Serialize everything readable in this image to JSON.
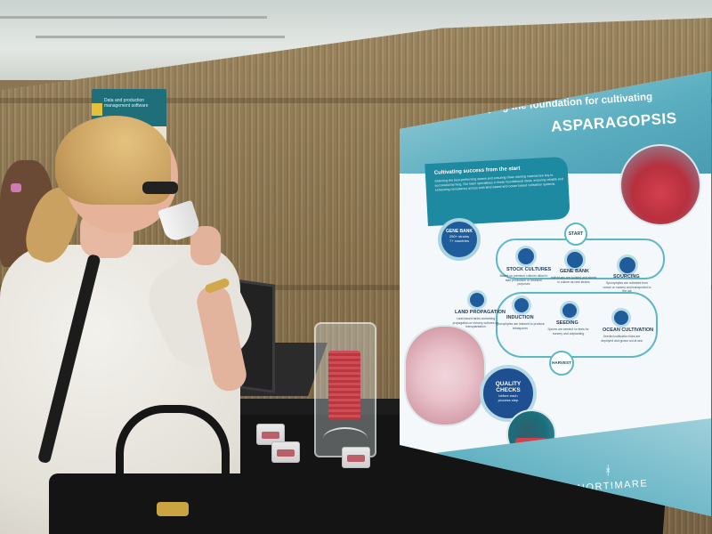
{
  "poster": {
    "title_line1": "Laying the foundation for cultivating",
    "title_line2": "ASPARAGOPSIS",
    "intro_heading": "Cultivating success from the start",
    "intro_body": "Selecting the best-performing strains and ensuring clean starting material are key to successful farming. Our team specialises in these foundational steps, ensuring reliable and enhancing consistency across both land-based and ocean-based cultivation systems.",
    "gene_bank_big": {
      "title": "GENE BANK",
      "line2": "250+ strains",
      "line3": "7+ countries"
    },
    "steps": {
      "start": "START",
      "sourcing": "SOURCING",
      "sourcing_desc": "Sporophytes are collected from ocean or nursery and transported to the lab",
      "gene_bank": "GENE BANK",
      "gene_bank_desc": "Individuals are isolated and stored in culture as new strains",
      "stock_cultures": "STOCK CULTURES",
      "stock_cultures_desc": "Based on premium cultures allow to start production or research purposes",
      "land_propagation": "LAND PROPAGATION",
      "land_propagation_desc": "Land-based tanks containing propagation or nursery cultures for transplantation",
      "induction": "INDUCTION",
      "induction_desc": "Sporophytes are induced to produce tetraspores",
      "seeding": "SEEDING",
      "seeding_desc": "Spores are seeded on lines for nursery and outplanting",
      "ocean_cultivation": "OCEAN CULTIVATION",
      "ocean_cultivation_desc": "Seeded cultivation lines are deployed and grown out at sea",
      "harvest": "HARVEST"
    },
    "quality": {
      "line1": "QUALITY",
      "line2": "CHECKS",
      "line3": "before each",
      "line4": "process step"
    },
    "brand": "HORTIMARE",
    "brand_mark": "ᚼ"
  },
  "hanging_sign": {
    "text": "Data and production management software"
  },
  "colors": {
    "poster_teal": "#1e8aa1",
    "poster_node_blue": "#1e5c9c",
    "poster_sky": "#9fd0db",
    "reed": "#8d7650",
    "table": "#141414",
    "seaweed_red": "#d04d55"
  },
  "icons": {
    "step_icon": "circular-step-icon"
  }
}
